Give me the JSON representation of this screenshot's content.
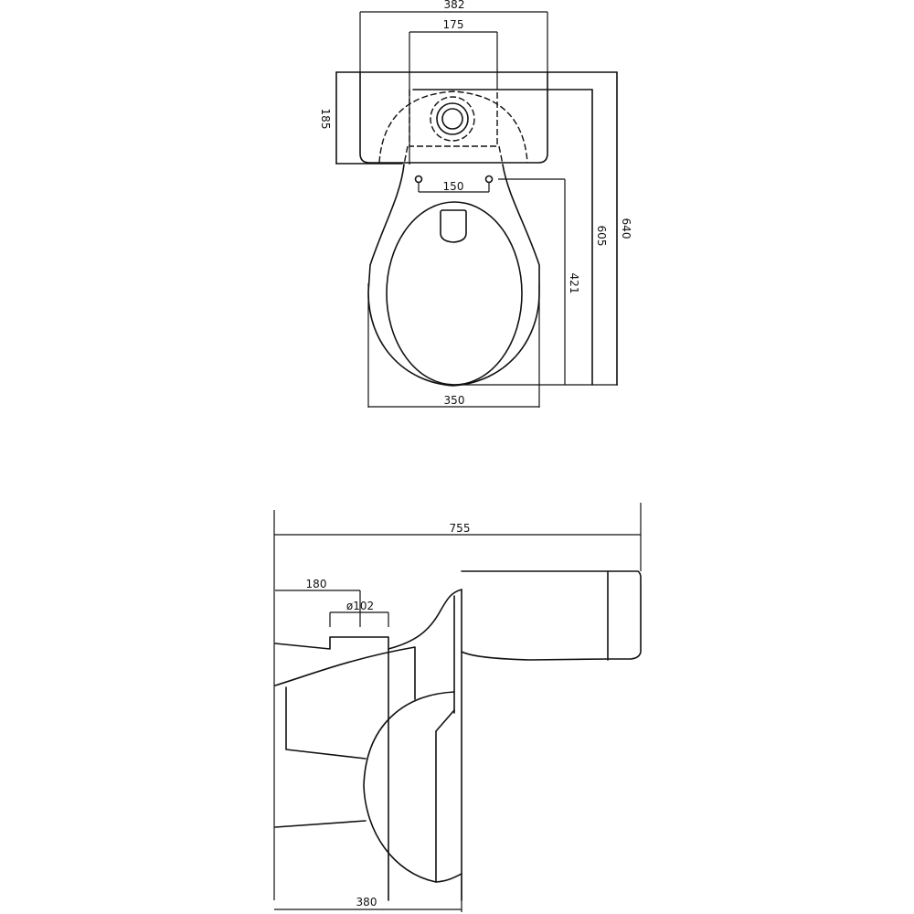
{
  "drawing": {
    "title": "Close-coupled WC technical drawing",
    "line_color": "#111111",
    "background": "#ffffff"
  },
  "top_view": {
    "dimensions": {
      "cistern_width": "382",
      "button_width": "175",
      "cistern_depth": "185",
      "fixing_holes": "150",
      "pan_width": "350",
      "hole_to_front": "421",
      "cistern_inner_to_front": "605",
      "overall_depth": "640"
    }
  },
  "side_view": {
    "dimensions": {
      "overall_length": "755",
      "outlet_centre": "180",
      "outlet_diameter": "ø102",
      "pan_height": "380"
    }
  }
}
